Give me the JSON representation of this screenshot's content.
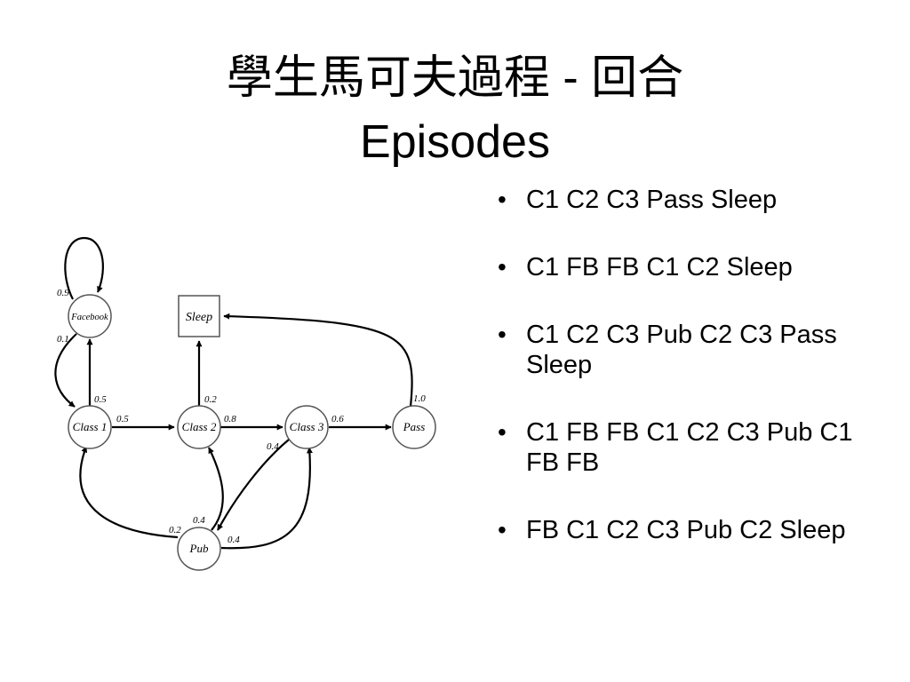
{
  "title": {
    "line1": "學生馬可夫過程 - 回合",
    "line2": "Episodes"
  },
  "diagram": {
    "nodes": {
      "facebook": "Facebook",
      "sleep": "Sleep",
      "class1": "Class 1",
      "class2": "Class 2",
      "class3": "Class 3",
      "pass": "Pass",
      "pub": "Pub"
    },
    "edges": {
      "fb_self": "0.9",
      "fb_c1": "0.1",
      "c1_fb": "0.5",
      "c1_c2": "0.5",
      "c2_sleep": "0.2",
      "c2_c3": "0.8",
      "c3_pass": "0.6",
      "c3_pub": "0.4",
      "pass_sleep": "1.0",
      "pub_c1": "0.2",
      "pub_c2": "0.4",
      "pub_c3": "0.4"
    }
  },
  "episodes": [
    "C1 C2 C3 Pass Sleep",
    "C1 FB FB C1 C2 Sleep",
    "C1 C2 C3 Pub C2 C3 Pass Sleep",
    "C1 FB FB C1 C2 C3 Pub C1 FB FB",
    "FB C1 C2 C3 Pub C2 Sleep"
  ]
}
